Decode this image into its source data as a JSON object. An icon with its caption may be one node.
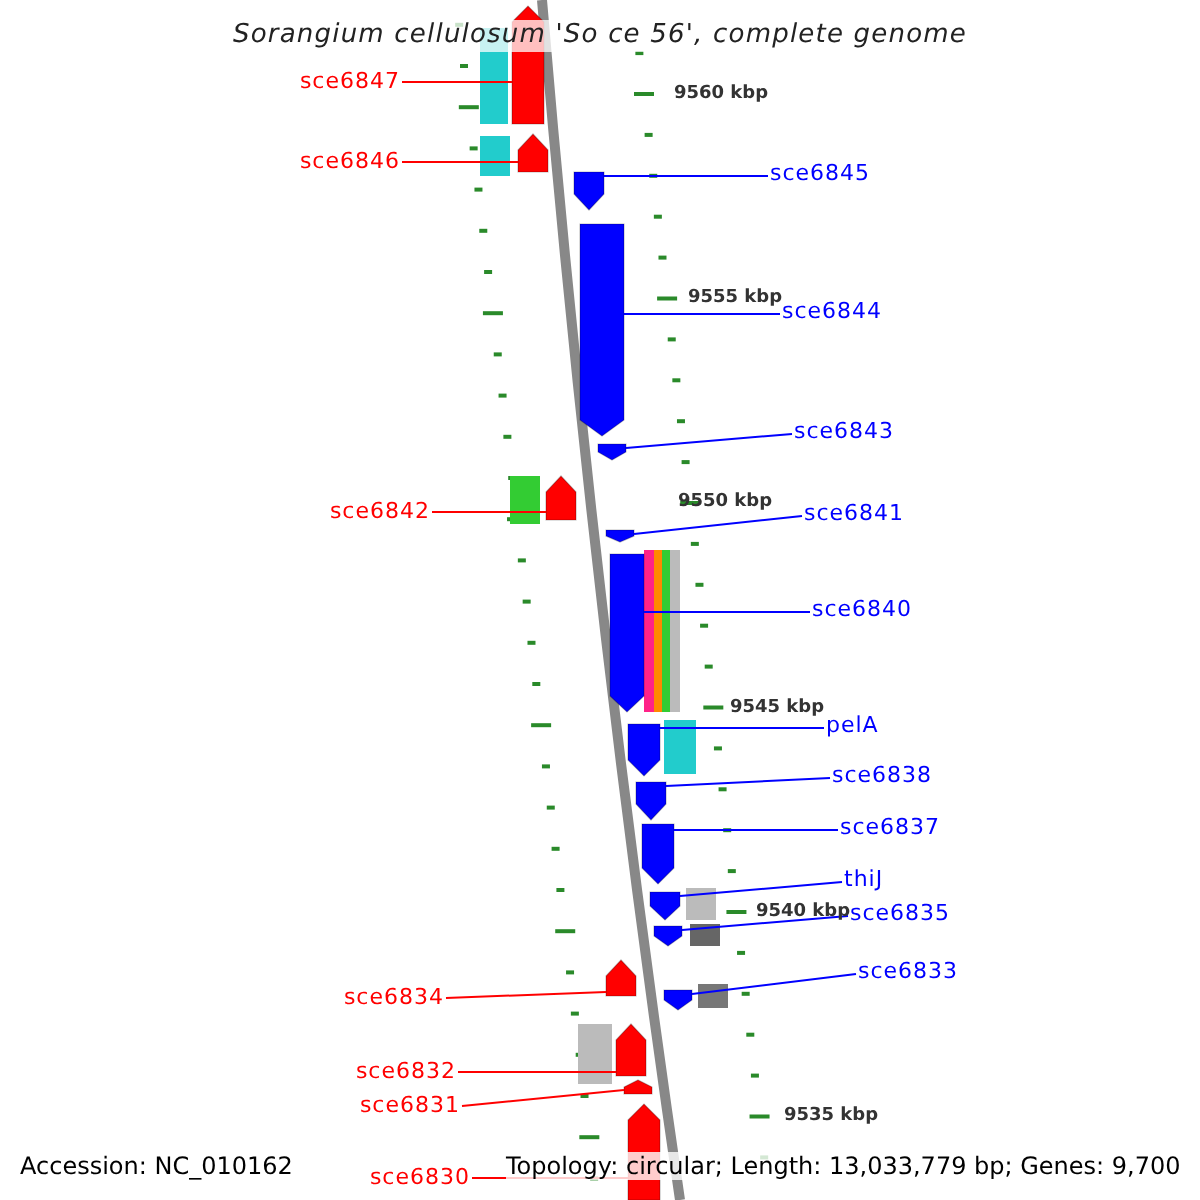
{
  "diagram": {
    "title": "Sorangium cellulosum 'So ce 56', complete genome",
    "nodes": [
      {
        "text": [
          "sce6847"
        ]
      },
      {
        "text": [],
        "shape": "arrow"
      },
      {
        "text": [
          "sce6846"
        ]
      },
      {
        "text": [],
        "shape": "arrow"
      },
      {
        "text": [
          "sce6845"
        ]
      },
      {
        "text": [],
        "shape": "arrow"
      },
      {
        "text": [
          "sce6844"
        ]
      },
      {
        "text": [],
        "shape": "arrow"
      },
      {
        "text": [
          "sce6843"
        ]
      },
      {
        "text": [],
        "shape": "arrow"
      },
      {
        "text": [
          "sce6842"
        ]
      },
      {
        "text": [],
        "shape": "arrow"
      },
      {
        "text": [
          "sce6841"
        ]
      },
      {
        "text": [],
        "shape": "arrow"
      },
      {
        "text": [
          "sce6840"
        ]
      },
      {
        "text": [],
        "shape": "arrow"
      },
      {
        "text": [
          "pelA"
        ]
      },
      {
        "text": [],
        "shape": "arrow"
      },
      {
        "text": [
          "sce6838"
        ]
      },
      {
        "text": [],
        "shape": "arrow"
      },
      {
        "text": [
          "sce6837"
        ]
      },
      {
        "text": [],
        "shape": "arrow"
      },
      {
        "text": [
          "thiJ"
        ]
      },
      {
        "text": [],
        "shape": "arrow"
      },
      {
        "text": [
          "sce6835"
        ]
      },
      {
        "text": [],
        "shape": "arrow"
      },
      {
        "text": [
          "sce6833"
        ]
      },
      {
        "text": [],
        "shape": "arrow"
      },
      {
        "text": [
          "sce6834"
        ]
      },
      {
        "text": [],
        "shape": "arrow"
      },
      {
        "text": [
          "sce6832"
        ]
      },
      {
        "text": [],
        "shape": "arrow"
      },
      {
        "text": [
          "sce6831"
        ]
      },
      {
        "text": [],
        "shape": "arrow"
      },
      {
        "text": [
          "sce6830"
        ]
      },
      {
        "text": [],
        "shape": "arrow"
      }
    ],
    "edges": [
      {
        "from": 0,
        "to": 1,
        "arrow": "none",
        "color": "#ff0000"
      },
      {
        "from": 2,
        "to": 3,
        "arrow": "none",
        "color": "#ff0000"
      },
      {
        "from": 4,
        "to": 5,
        "arrow": "none",
        "color": "#0000ff"
      },
      {
        "from": 6,
        "to": 7,
        "arrow": "none",
        "color": "#0000ff"
      },
      {
        "from": 8,
        "to": 9,
        "arrow": "none",
        "color": "#0000ff"
      },
      {
        "from": 10,
        "to": 11,
        "arrow": "none",
        "color": "#ff0000"
      },
      {
        "from": 12,
        "to": 13,
        "arrow": "none",
        "color": "#0000ff"
      },
      {
        "from": 14,
        "to": 15,
        "arrow": "none",
        "color": "#0000ff"
      },
      {
        "from": 16,
        "to": 17,
        "arrow": "none",
        "color": "#0000ff"
      },
      {
        "from": 18,
        "to": 19,
        "arrow": "none",
        "color": "#0000ff"
      },
      {
        "from": 20,
        "to": 21,
        "arrow": "none",
        "color": "#0000ff"
      },
      {
        "from": 22,
        "to": 23,
        "arrow": "none",
        "color": "#0000ff"
      },
      {
        "from": 24,
        "to": 25,
        "arrow": "none",
        "color": "#0000ff"
      },
      {
        "from": 26,
        "to": 27,
        "arrow": "none",
        "color": "#0000ff"
      },
      {
        "from": 28,
        "to": 29,
        "arrow": "none",
        "color": "#ff0000"
      },
      {
        "from": 30,
        "to": 31,
        "arrow": "none",
        "color": "#ff0000"
      },
      {
        "from": 32,
        "to": 33,
        "arrow": "none",
        "color": "#ff0000"
      },
      {
        "from": 34,
        "to": 35,
        "arrow": "none",
        "color": "#ff0000"
      }
    ],
    "labels": [
      "9560 kbp",
      "9555 kbp",
      "9550 kbp",
      "9545 kbp",
      "9540 kbp",
      "9535 kbp",
      "Accession: NC_010162",
      "Topology: circular; Length: 13,033,779 bp; Genes: 9,700"
    ]
  }
}
